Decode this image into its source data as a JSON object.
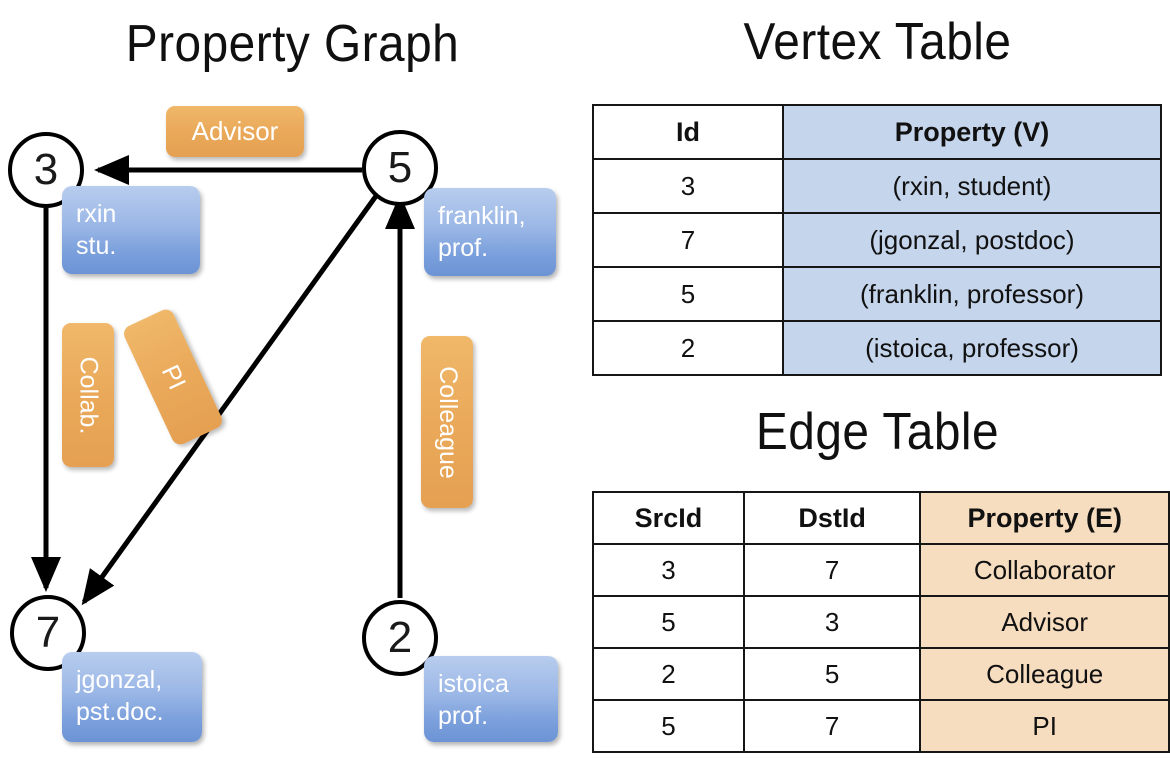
{
  "titles": {
    "property_graph": "Property Graph",
    "vertex_table": "Vertex Table",
    "edge_table": "Edge Table"
  },
  "graph": {
    "nodes": [
      {
        "id": "3",
        "name": "rxin",
        "role": "stu."
      },
      {
        "id": "5",
        "name": "franklin,",
        "role": "prof."
      },
      {
        "id": "7",
        "name": "jgonzal,",
        "role": "pst.doc."
      },
      {
        "id": "2",
        "name": "istoica",
        "role": "prof."
      }
    ],
    "edge_labels": [
      {
        "key": "advisor",
        "label": "Advisor"
      },
      {
        "key": "collab",
        "label": "Collab."
      },
      {
        "key": "pi",
        "label": "PI"
      },
      {
        "key": "colleague",
        "label": "Colleague"
      }
    ],
    "edges": [
      {
        "from": "5",
        "to": "3",
        "label": "Advisor"
      },
      {
        "from": "3",
        "to": "7",
        "label": "Collab."
      },
      {
        "from": "5",
        "to": "7",
        "label": "PI"
      },
      {
        "from": "2",
        "to": "5",
        "label": "Colleague"
      }
    ]
  },
  "vertex_table": {
    "headers": [
      "Id",
      "Property (V)"
    ],
    "rows": [
      {
        "id": "3",
        "property": "(rxin, student)"
      },
      {
        "id": "7",
        "property": "(jgonzal, postdoc)"
      },
      {
        "id": "5",
        "property": "(franklin, professor)"
      },
      {
        "id": "2",
        "property": "(istoica, professor)"
      }
    ]
  },
  "edge_table": {
    "headers": [
      "SrcId",
      "DstId",
      "Property (E)"
    ],
    "rows": [
      {
        "src": "3",
        "dst": "7",
        "property": "Collaborator"
      },
      {
        "src": "5",
        "dst": "3",
        "property": "Advisor"
      },
      {
        "src": "2",
        "dst": "5",
        "property": "Colleague"
      },
      {
        "src": "5",
        "dst": "7",
        "property": "PI"
      }
    ]
  },
  "colors": {
    "vertex_property_fill": "#c5d5ec",
    "edge_property_fill": "#f7ddc0",
    "vertex_box": "#7ba0dc",
    "edge_box": "#eaa95a",
    "stroke": "#000000"
  }
}
